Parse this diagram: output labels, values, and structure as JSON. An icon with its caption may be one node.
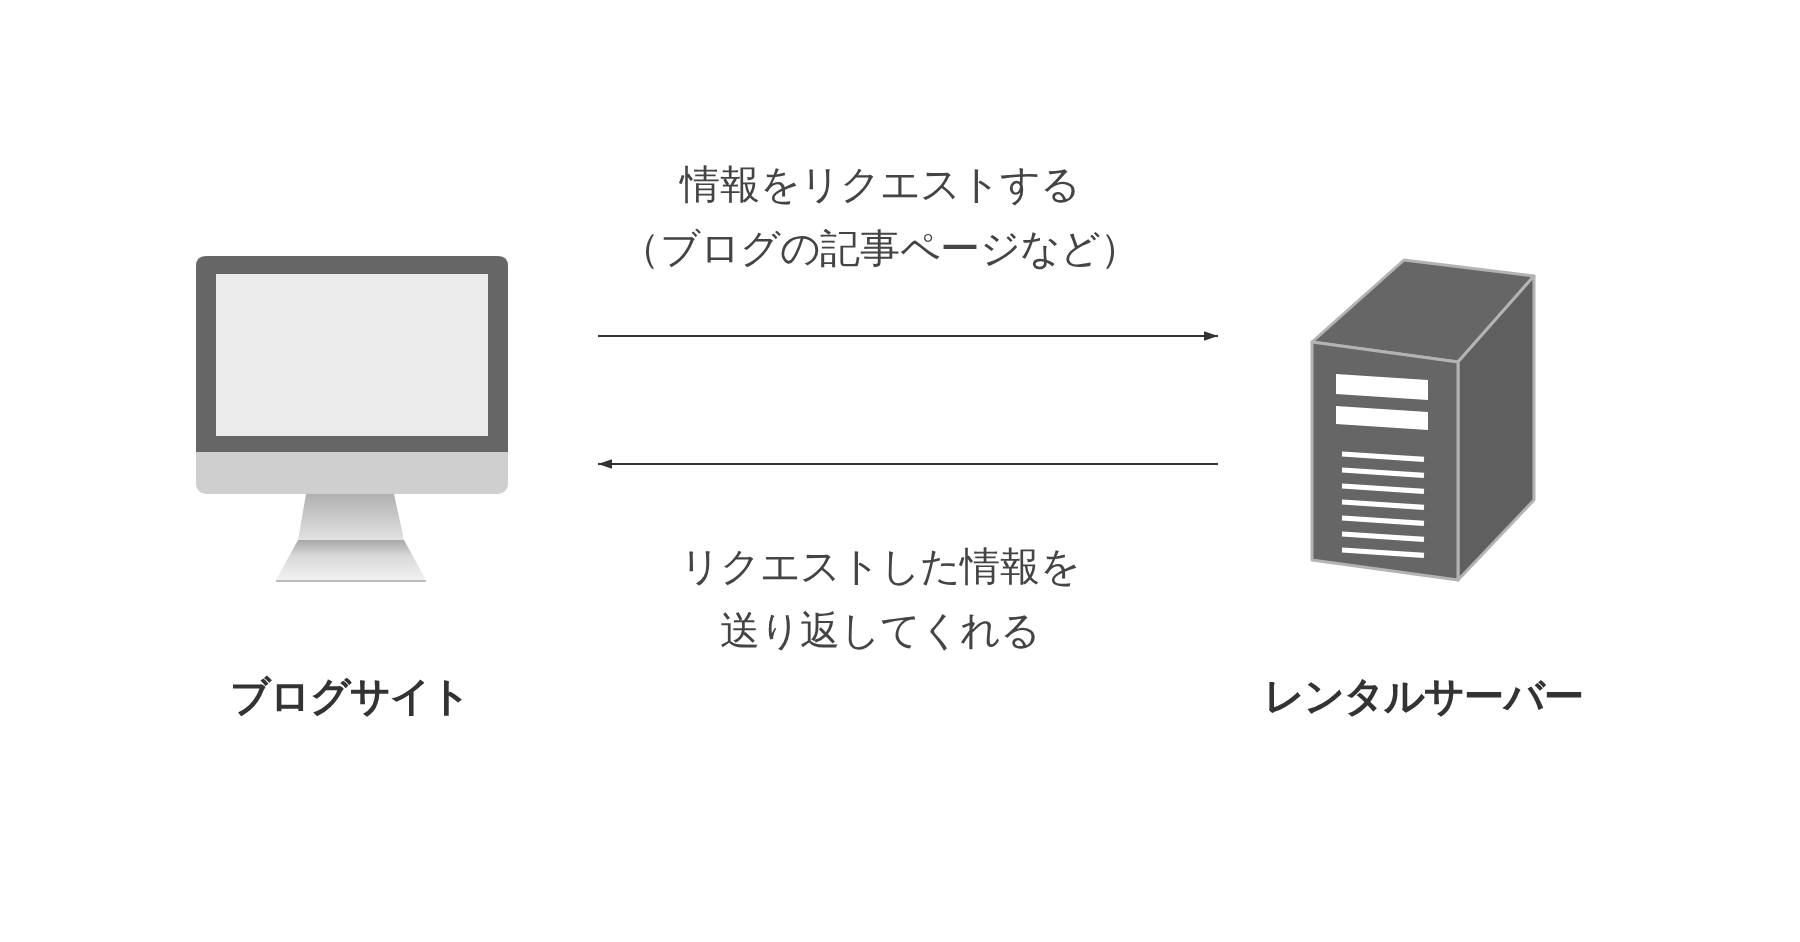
{
  "diagram": {
    "nodes": [
      {
        "text": [
          "ブログサイト"
        ]
      },
      {
        "text": [
          "レンタルサーバー"
        ]
      }
    ],
    "edges": [
      {
        "from": 0,
        "to": 1,
        "arrow": "to",
        "label": "情報をリクエストする（ブログの記事ページなど）"
      },
      {
        "from": 1,
        "to": 0,
        "arrow": "to",
        "label": "リクエストした情報を送り返してくれる"
      }
    ]
  }
}
